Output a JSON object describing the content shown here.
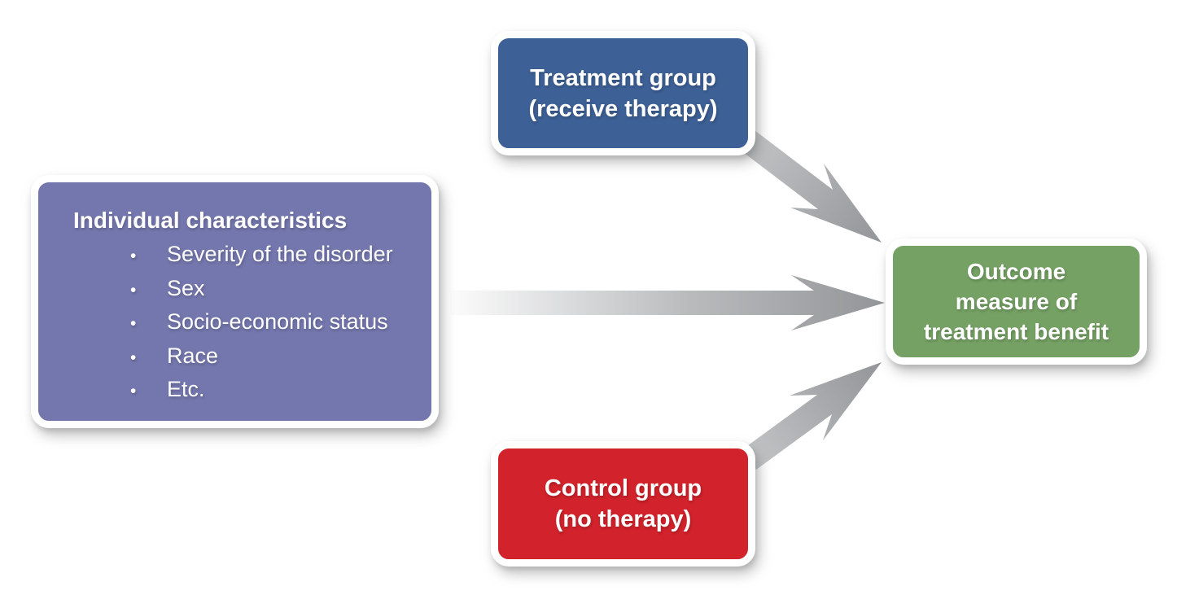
{
  "colors": {
    "canvas_bg": "#ffffff",
    "node_border": "#ffffff",
    "node_text": "#ffffff",
    "treatment_blue": "#3d6096",
    "characteristics_purple": "#7477ad",
    "control_red": "#d2222b",
    "outcome_green": "#75a164",
    "arrow_gray_dark": "#939598",
    "arrow_gray_mid": "#b9bbbd",
    "arrow_gray_light": "#fdfdfd",
    "arrow_tail_gray": "#c2c4c6"
  },
  "nodes": {
    "treatment": {
      "lines": [
        "Treatment group",
        "(receive therapy)"
      ]
    },
    "characteristics": {
      "title": "Individual characteristics",
      "bullet_glyph": "•",
      "bullets": [
        "Severity of the disorder",
        "Sex",
        "Socio-economic status",
        "Race",
        "Etc."
      ]
    },
    "control": {
      "lines": [
        "Control group",
        "(no therapy)"
      ]
    },
    "outcome": {
      "lines": [
        "Outcome",
        "measure of",
        "treatment benefit"
      ]
    }
  },
  "arrows": [
    {
      "name": "treatment-to-outcome",
      "from": "treatment-group",
      "to": "outcome-measure"
    },
    {
      "name": "characteristics-to-outcome",
      "from": "individual-characteristics",
      "to": "outcome-measure"
    },
    {
      "name": "control-to-outcome",
      "from": "control-group",
      "to": "outcome-measure"
    }
  ]
}
